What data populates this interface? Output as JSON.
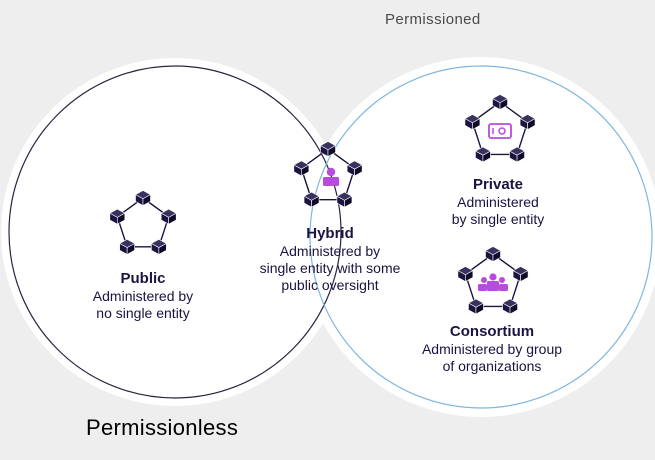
{
  "regions": {
    "permissionless": "Permissionless",
    "permissioned": "Permissioned"
  },
  "networks": [
    {
      "id": "public",
      "title": "Public",
      "description_lines": [
        "Administered by",
        "no single entity"
      ],
      "center_icon": "none"
    },
    {
      "id": "hybrid",
      "title": "Hybrid",
      "description_lines": [
        "Administered by",
        "single entity with some",
        "public oversight"
      ],
      "center_icon": "person-icon"
    },
    {
      "id": "private",
      "title": "Private",
      "description_lines": [
        "Administered",
        "by single entity"
      ],
      "center_icon": "vault-icon"
    },
    {
      "id": "consortium",
      "title": "Consortium",
      "description_lines": [
        "Administered by group",
        "of organizations"
      ],
      "center_icon": "group-icon"
    }
  ],
  "colors": {
    "background": "#eeeeee",
    "permissionless_circle_stroke": "#2a2440",
    "permissioned_circle_stroke": "#7fb6dd",
    "node_fill": "#1b1340",
    "accent": "#b84ae0"
  }
}
